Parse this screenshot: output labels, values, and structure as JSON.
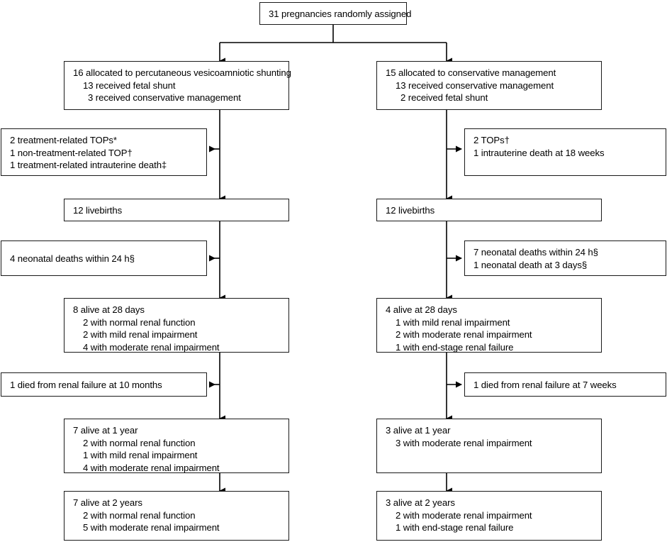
{
  "figure": {
    "type": "flowchart",
    "kind": "CONSORT trial profile",
    "accent_color": "#1a1a1a",
    "background": "#ffffff"
  },
  "nodes": {
    "enrollment": {
      "lines": [
        {
          "text": "31 pregnancies randomly assigned",
          "indent": 0
        }
      ]
    },
    "alloc_left": {
      "lines": [
        {
          "text": "16 allocated to percutaneous vesicoamniotic shunting",
          "indent": 0
        },
        {
          "text": "13 received fetal shunt",
          "indent": 1
        },
        {
          "text": "3 received conservative management",
          "indent": 2
        }
      ]
    },
    "alloc_right": {
      "lines": [
        {
          "text": "15 allocated to conservative management",
          "indent": 0
        },
        {
          "text": "13 received conservative management",
          "indent": 1
        },
        {
          "text": "2 received fetal shunt",
          "indent": 2
        }
      ]
    },
    "losses_left": {
      "lines": [
        {
          "text": "2 treatment-related TOPs*",
          "indent": 0
        },
        {
          "text": "1 non-treatment-related TOP†",
          "indent": 0
        },
        {
          "text": "1 treatment-related intrauterine death‡",
          "indent": 0
        }
      ]
    },
    "losses_right": {
      "lines": [
        {
          "text": "2 TOPs†",
          "indent": 0
        },
        {
          "text": "1 intrauterine death at 18 weeks",
          "indent": 0
        }
      ]
    },
    "livebirths_left": {
      "lines": [
        {
          "text": "12 livebirths",
          "indent": 0
        }
      ]
    },
    "livebirths_right": {
      "lines": [
        {
          "text": "12 livebirths",
          "indent": 0
        }
      ]
    },
    "neonatal_left": {
      "lines": [
        {
          "text": "4 neonatal deaths within 24 h§",
          "indent": 0
        }
      ]
    },
    "neonatal_right": {
      "lines": [
        {
          "text": "7 neonatal deaths within 24 h§",
          "indent": 0
        },
        {
          "text": "1 neonatal death at 3 days§",
          "indent": 0
        }
      ]
    },
    "day28_left": {
      "lines": [
        {
          "text": "8 alive at 28 days",
          "indent": 0
        },
        {
          "text": "2 with normal renal function",
          "indent": 1
        },
        {
          "text": "2 with mild renal impairment",
          "indent": 1
        },
        {
          "text": "4 with moderate renal impairment",
          "indent": 1
        }
      ]
    },
    "day28_right": {
      "lines": [
        {
          "text": "4 alive at 28 days",
          "indent": 0
        },
        {
          "text": "1 with mild renal impairment",
          "indent": 1
        },
        {
          "text": "2 with moderate renal impairment",
          "indent": 1
        },
        {
          "text": "1 with end-stage renal failure",
          "indent": 1
        }
      ]
    },
    "died_left": {
      "lines": [
        {
          "text": "1 died from renal failure at 10 months",
          "indent": 0
        }
      ]
    },
    "died_right": {
      "lines": [
        {
          "text": "1 died from renal failure at 7 weeks",
          "indent": 0
        }
      ]
    },
    "year1_left": {
      "lines": [
        {
          "text": "7 alive at 1 year",
          "indent": 0
        },
        {
          "text": "2 with normal renal function",
          "indent": 1
        },
        {
          "text": "1 with mild renal impairment",
          "indent": 1
        },
        {
          "text": "4 with moderate renal impairment",
          "indent": 1
        }
      ]
    },
    "year1_right": {
      "lines": [
        {
          "text": "3 alive at 1 year",
          "indent": 0
        },
        {
          "text": "3 with moderate renal impairment",
          "indent": 1
        }
      ]
    },
    "year2_left": {
      "lines": [
        {
          "text": "7 alive at 2 years",
          "indent": 0
        },
        {
          "text": "2 with normal renal function",
          "indent": 1
        },
        {
          "text": "5 with moderate renal impairment",
          "indent": 1
        }
      ]
    },
    "year2_right": {
      "lines": [
        {
          "text": "3 alive at 2 years",
          "indent": 0
        },
        {
          "text": "2 with moderate renal impairment",
          "indent": 1
        },
        {
          "text": "1 with end-stage renal failure",
          "indent": 1
        }
      ]
    }
  }
}
